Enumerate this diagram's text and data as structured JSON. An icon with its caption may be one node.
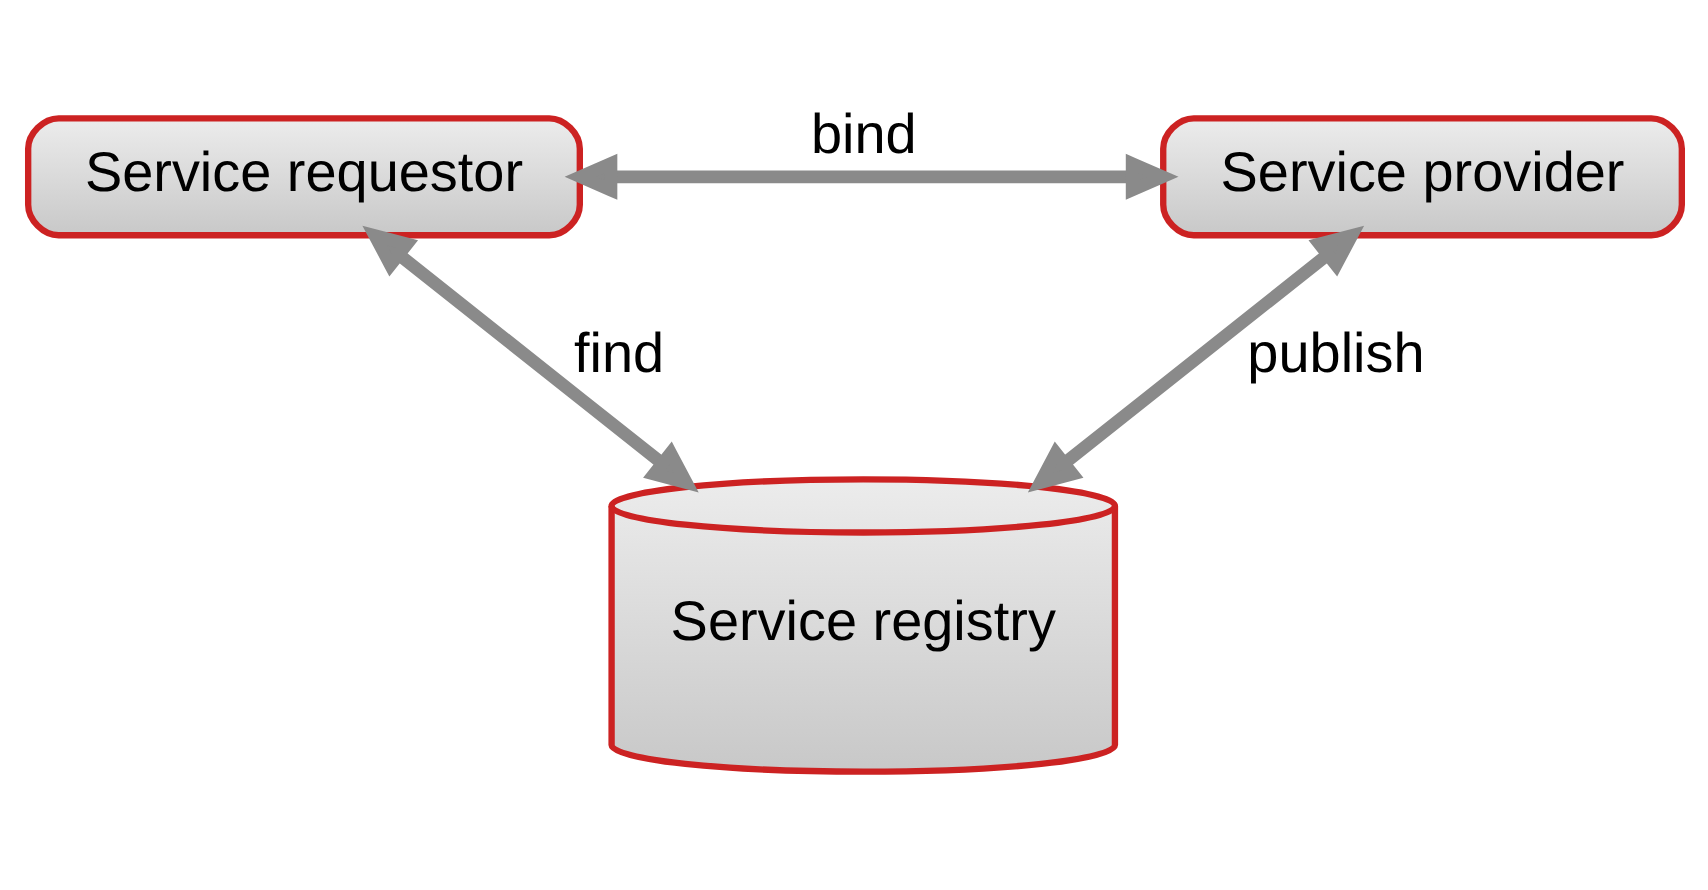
{
  "diagram": {
    "nodes": [
      {
        "text": [
          "Service requestor"
        ]
      },
      {
        "text": [
          "Service provider"
        ]
      },
      {
        "text": [
          "Service registry"
        ]
      }
    ],
    "edges": [
      {
        "from": 0,
        "to": 1,
        "arrow": "both",
        "label": "bind"
      },
      {
        "from": 0,
        "to": 2,
        "arrow": "both",
        "label": "find"
      },
      {
        "from": 1,
        "to": 2,
        "arrow": "both",
        "label": "publish"
      }
    ]
  }
}
